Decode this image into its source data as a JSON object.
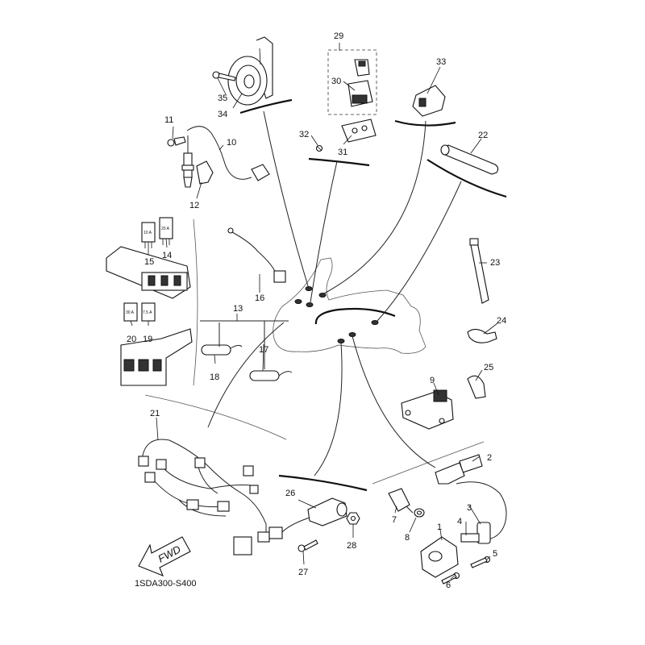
{
  "diagram_code": "1SDA300-S400",
  "direction_label": "FWD",
  "fuse_ratings": [
    "10 A",
    "20 A",
    "30 A",
    "7.5 A"
  ],
  "part_numbers": [
    "1",
    "2",
    "3",
    "4",
    "5",
    "6",
    "7",
    "8",
    "9",
    "10",
    "11",
    "12",
    "13",
    "14",
    "15",
    "16",
    "17",
    "18",
    "19",
    "20",
    "21",
    "22",
    "23",
    "24",
    "25",
    "26",
    "27",
    "28",
    "29",
    "30",
    "31",
    "32",
    "33",
    "34",
    "35"
  ]
}
